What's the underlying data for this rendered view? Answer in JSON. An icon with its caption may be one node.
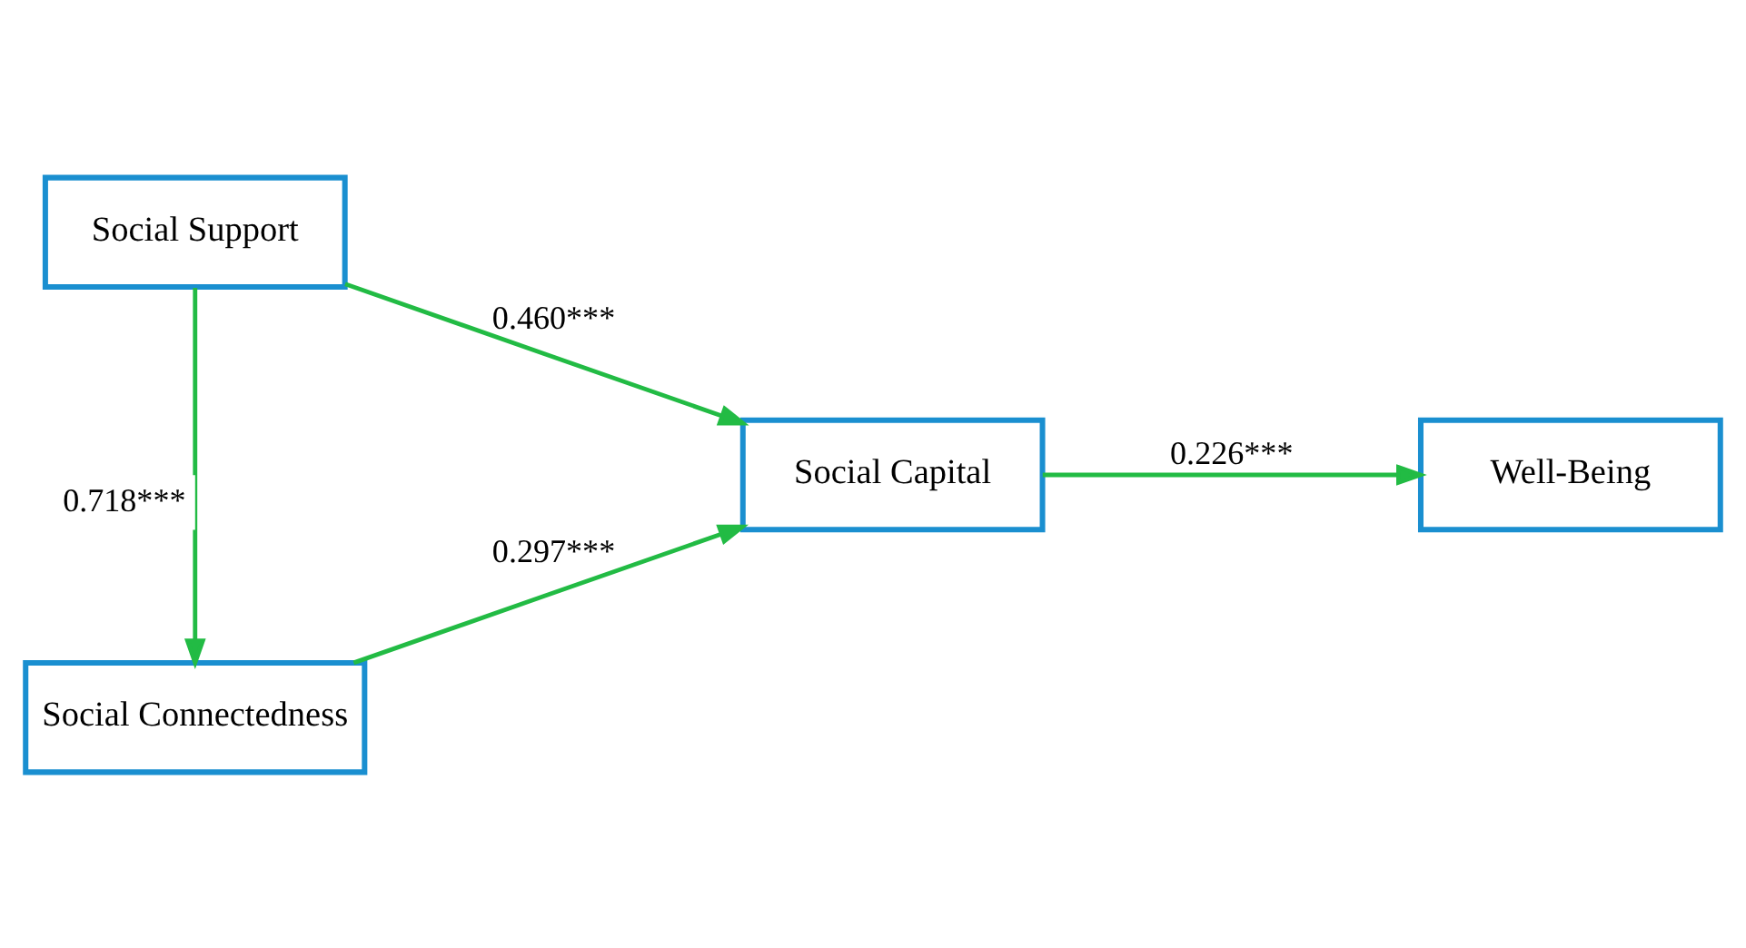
{
  "diagram": {
    "nodes": [
      {
        "text": [
          "Social Support"
        ]
      },
      {
        "text": [
          "Social Connectedness"
        ]
      },
      {
        "text": [
          "Social Capital"
        ]
      },
      {
        "text": [
          "Well-Being"
        ]
      }
    ],
    "edges": [
      {
        "from": 0,
        "to": 2,
        "arrow": "to",
        "label": "0.460***"
      },
      {
        "from": 0,
        "to": 1,
        "arrow": "to",
        "label": "0.718***"
      },
      {
        "from": 1,
        "to": 2,
        "arrow": "to",
        "label": "0.297***"
      },
      {
        "from": 2,
        "to": 3,
        "arrow": "to",
        "label": "0.226***"
      }
    ]
  }
}
